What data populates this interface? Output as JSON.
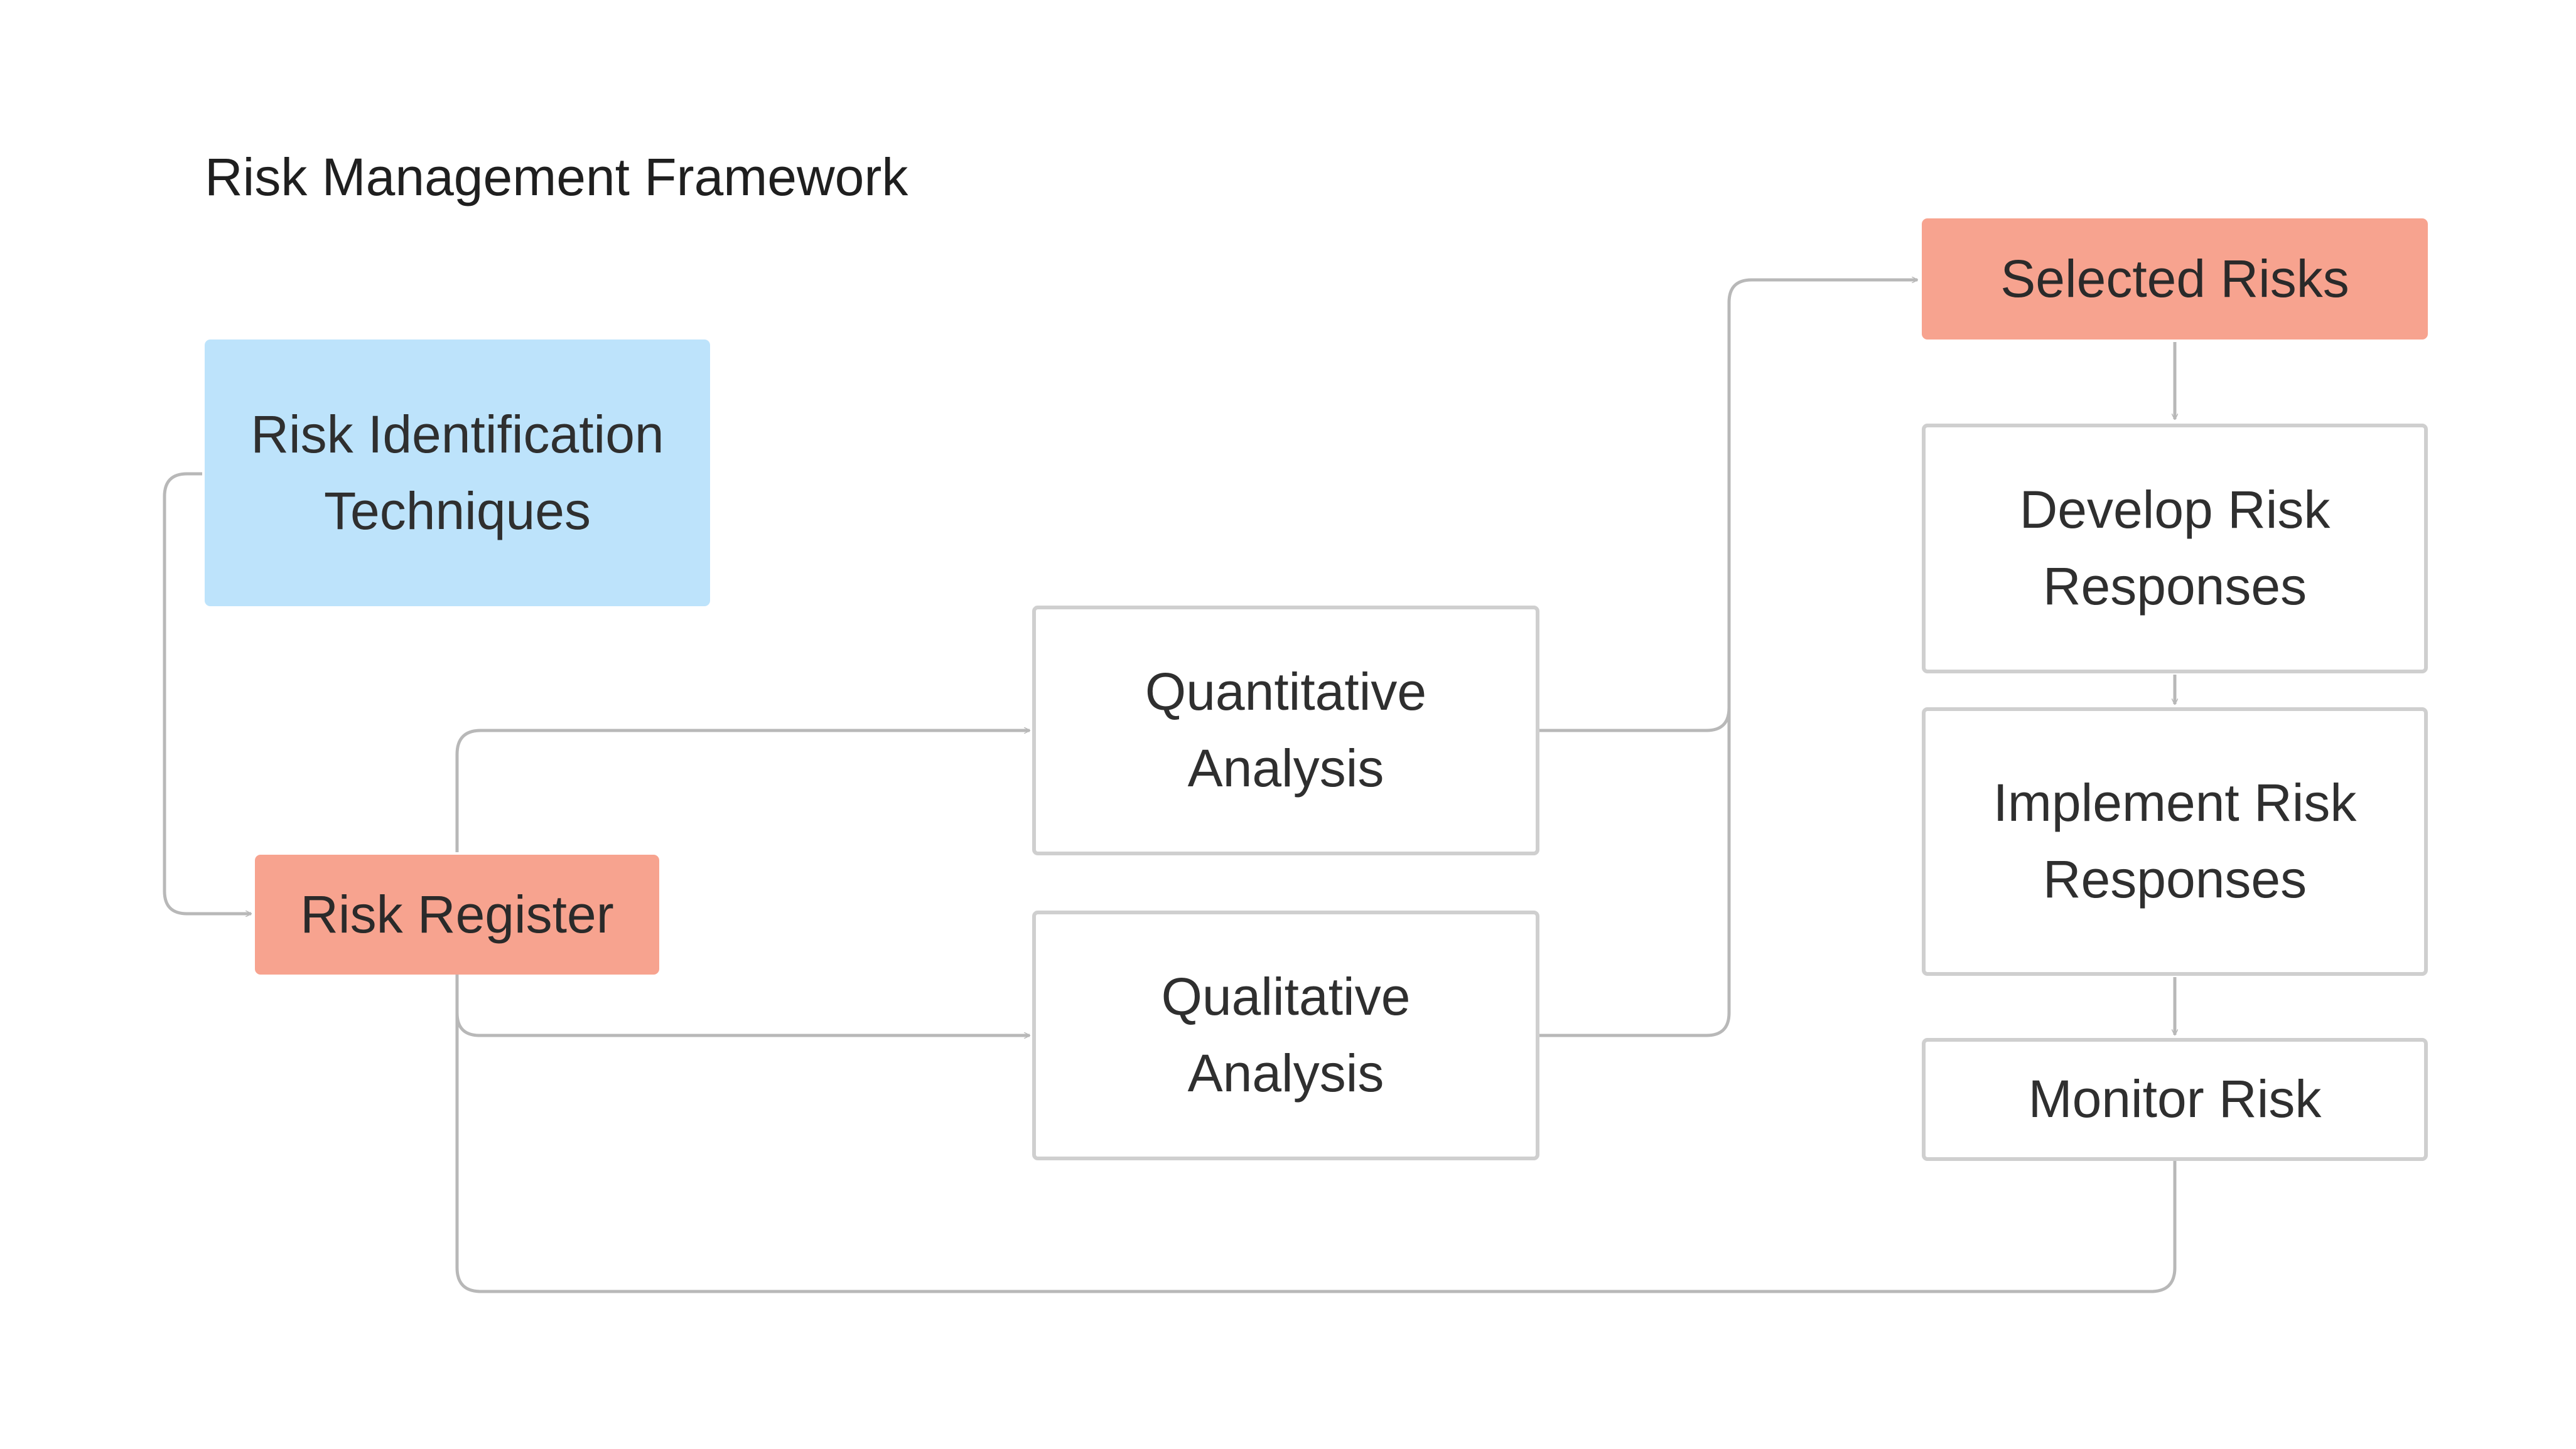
{
  "title": "Risk Management Framework",
  "nodes": {
    "risk_identification": [
      "Risk Identification",
      "Techniques"
    ],
    "risk_register": "Risk Register",
    "quantitative": [
      "Quantitative",
      "Analysis"
    ],
    "qualitative": [
      "Qualitative",
      "Analysis"
    ],
    "selected_risks": "Selected Risks",
    "develop": [
      "Develop Risk",
      "Responses"
    ],
    "implement": [
      "Implement Risk",
      "Responses"
    ],
    "monitor": "Monitor Risk"
  },
  "colors": {
    "blue_fill": "#bde3fb",
    "salmon_fill": "#f7a38f",
    "outline": "#cfcfcf",
    "connector": "#b8b8b8"
  }
}
